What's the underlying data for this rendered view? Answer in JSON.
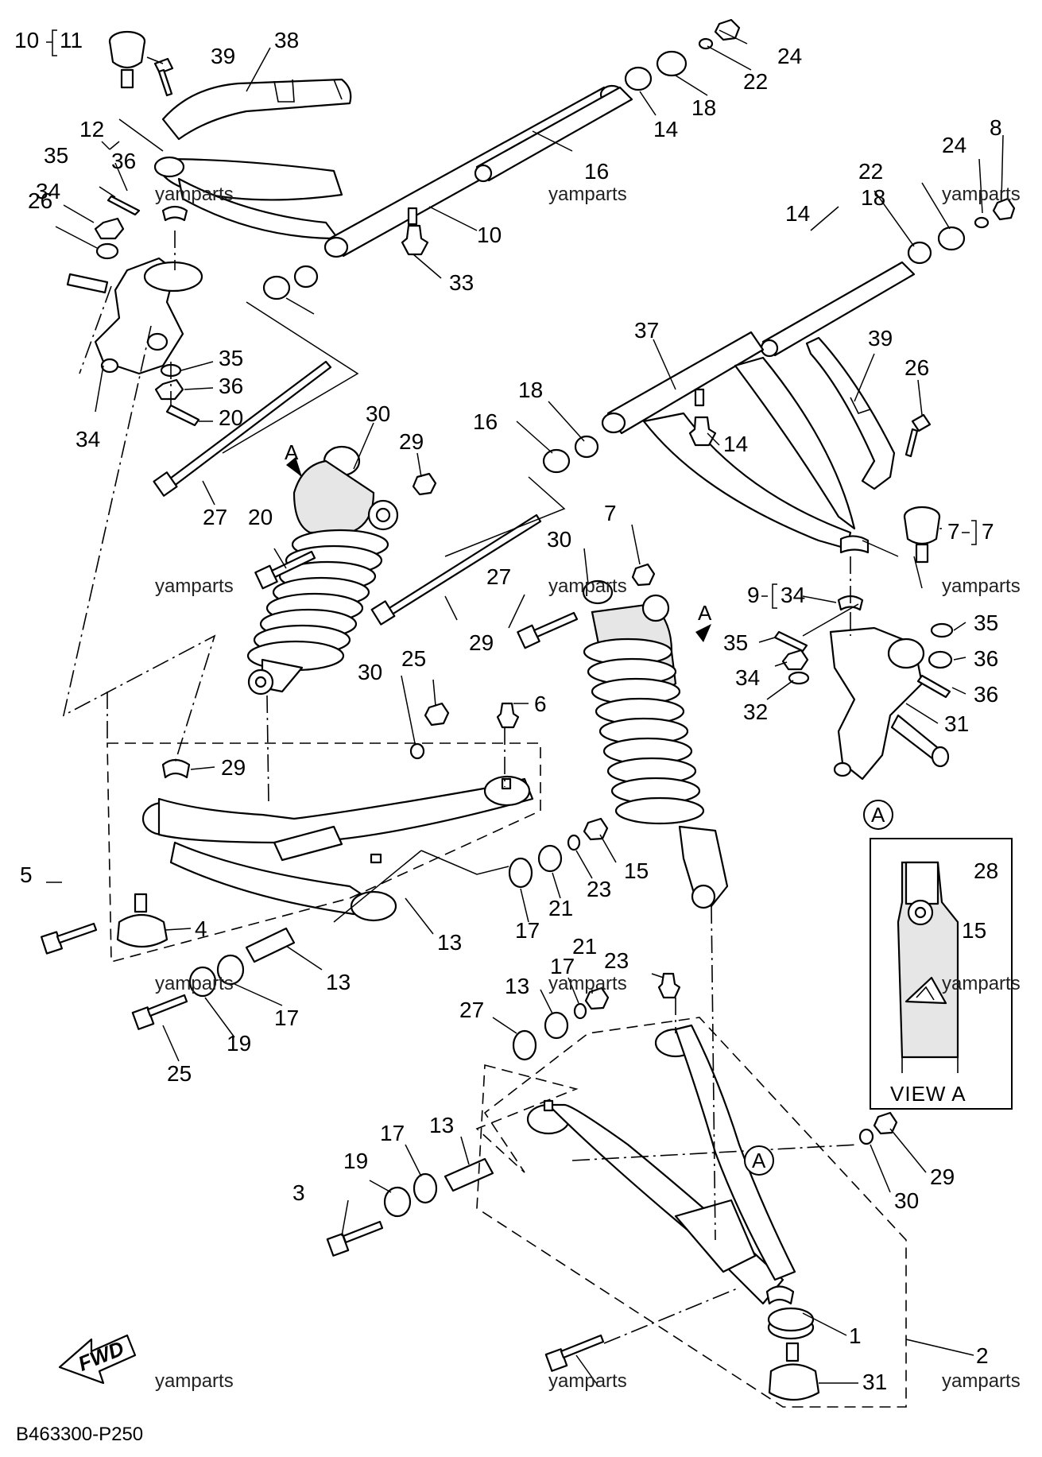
{
  "diagram_code": "B463300-P250",
  "view_box_title": "VIEW A",
  "fwd_label": "FWD",
  "view_marker": "A",
  "watermark": "yamparts",
  "callouts": [
    "10",
    "11",
    "39",
    "38",
    "24",
    "22",
    "18",
    "14",
    "16",
    "10",
    "12",
    "36",
    "35",
    "34",
    "26",
    "33",
    "34",
    "35",
    "36",
    "20",
    "27",
    "30",
    "29",
    "20",
    "29",
    "27",
    "30",
    "7",
    "37",
    "39",
    "26",
    "14",
    "18",
    "16",
    "14",
    "18",
    "22",
    "24",
    "8",
    "7",
    "7",
    "9",
    "34",
    "35",
    "36",
    "36",
    "35",
    "34",
    "32",
    "31",
    "30",
    "25",
    "6",
    "29",
    "5",
    "4",
    "13",
    "17",
    "21",
    "23",
    "15",
    "13",
    "17",
    "19",
    "25",
    "23",
    "21",
    "17",
    "13",
    "27",
    "28",
    "15",
    "13",
    "17",
    "19",
    "3",
    "1",
    "2",
    "31",
    "30",
    "29"
  ]
}
